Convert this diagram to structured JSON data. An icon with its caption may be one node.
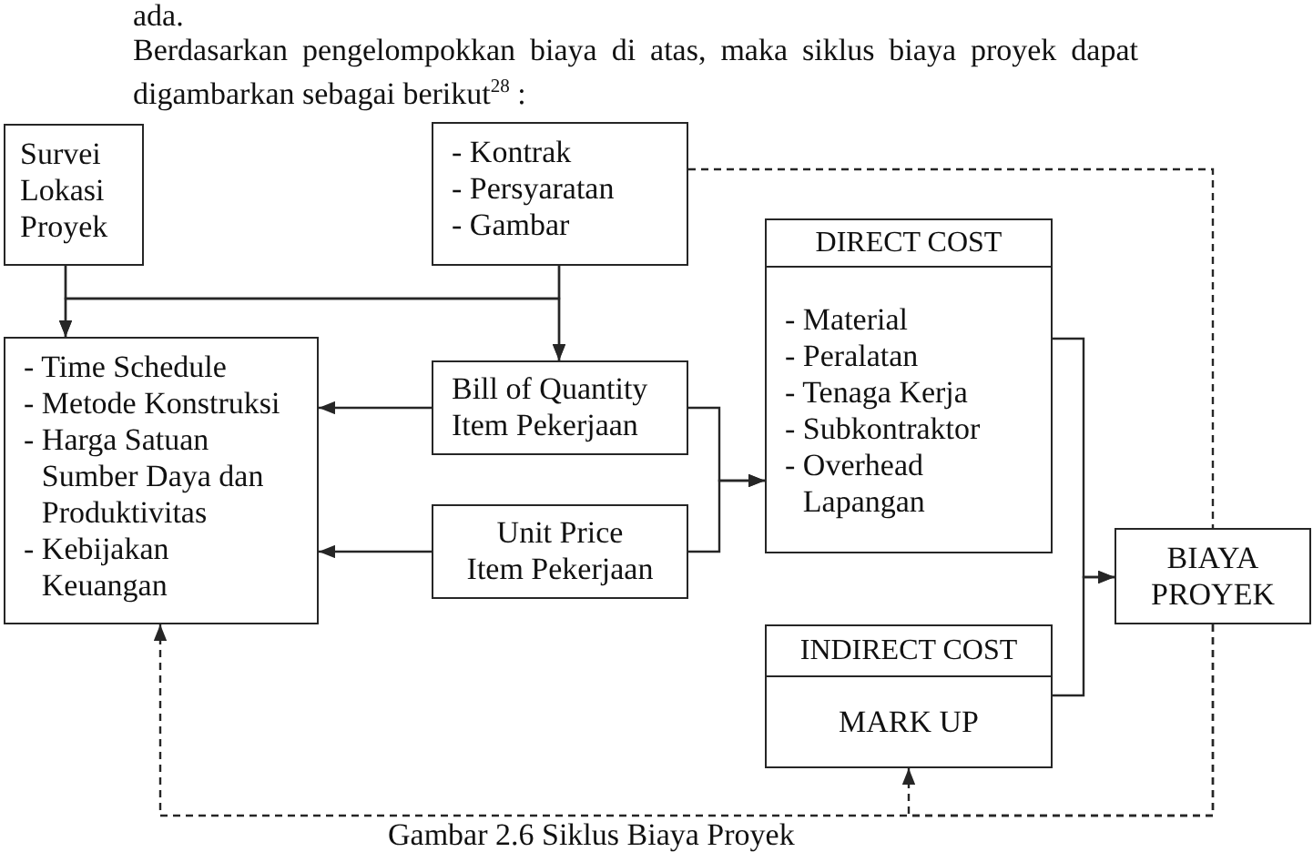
{
  "diagram": {
    "caption": "Gambar 2.6 Siklus Biaya Proyek",
    "nodes": [
      {
        "text": [
          "Survei Lokasi Proyek"
        ]
      },
      {
        "text": [
          "- Kontrak",
          "- Persyaratan",
          "- Gambar"
        ]
      },
      {
        "text": [
          "- Time Schedule",
          "- Metode Konstruksi",
          "- Harga Satuan Sumber Daya dan Produktivitas",
          "- Kebijakan Keuangan"
        ]
      },
      {
        "text": [
          "Bill of Quantity Item Pekerjaan"
        ]
      },
      {
        "text": [
          "Unit Price Item Pekerjaan"
        ]
      },
      {
        "text": [
          "DIRECT COST",
          "- Material",
          "- Peralatan",
          "- Tenaga Kerja",
          "- Subkontraktor",
          "- Overhead Lapangan"
        ]
      },
      {
        "text": [
          "INDIRECT COST",
          "MARK UP"
        ]
      },
      {
        "text": [
          "BIAYA PROYEK"
        ]
      }
    ],
    "edges": [
      {
        "from": 0,
        "to": 2,
        "arrow": "to"
      },
      {
        "from": 0,
        "to": 3,
        "arrow": "to"
      },
      {
        "from": 1,
        "to": 2,
        "arrow": "to"
      },
      {
        "from": 1,
        "to": 3,
        "arrow": "to"
      },
      {
        "from": 3,
        "to": 2,
        "arrow": "to"
      },
      {
        "from": 4,
        "to": 2,
        "arrow": "to"
      },
      {
        "from": 3,
        "to": 5,
        "arrow": "to"
      },
      {
        "from": 4,
        "to": 5,
        "arrow": "to"
      },
      {
        "from": 5,
        "to": 7,
        "arrow": "to"
      },
      {
        "from": 6,
        "to": 7,
        "arrow": "to"
      },
      {
        "from": 1,
        "to": 7,
        "arrow": "none",
        "style": "dashed"
      },
      {
        "from": 7,
        "to": 2,
        "arrow": "to",
        "style": "dashed"
      },
      {
        "from": 7,
        "to": 6,
        "arrow": "to",
        "style": "dashed"
      }
    ],
    "labels": [
      "ada.",
      "Berdasarkan pengelompokkan biaya di atas, maka siklus biaya proyek dapat digambarkan sebagai berikut$^{28}$ :"
    ]
  }
}
